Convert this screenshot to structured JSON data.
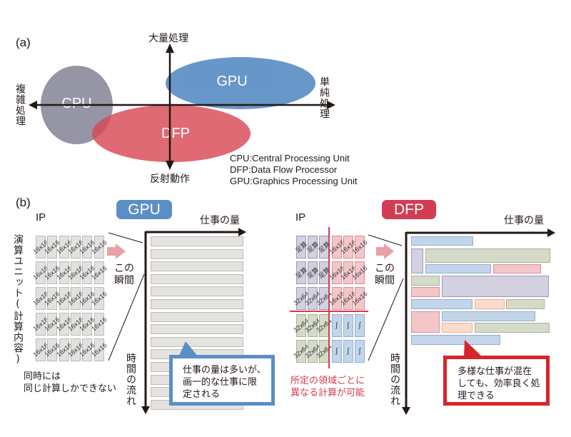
{
  "panel_a": {
    "label": "(a)",
    "axis_top": "大量処理",
    "axis_bottom": "反射動作",
    "axis_left": "複雑処理",
    "axis_right": "単純処理",
    "ellipses": {
      "cpu": {
        "label": "CPU",
        "color": "#8a8a9c"
      },
      "gpu": {
        "label": "GPU",
        "color": "#5b8ec4"
      },
      "dfp": {
        "label": "DFP",
        "color": "#d94a55"
      }
    },
    "legend": [
      "CPU:Central Processing Unit",
      "DFP:Data Flow Processor",
      "GPU:Graphics Processing Unit"
    ]
  },
  "panel_b": {
    "label": "(b)",
    "gpu": {
      "badge": "GPU",
      "badge_color": "#5b8ec4",
      "ip_label": "IP",
      "unit_label": "演算ユニット(計算内容)",
      "cell_label": "16x16",
      "rows": 5,
      "cols": 6,
      "moment_label": "この瞬間",
      "x_axis": "仕事の量",
      "y_axis": "時間の流れ",
      "bar_count": 14,
      "note": "同時には\n同じ計算しかできない",
      "callout": "仕事の量は多いが、\n画一的な仕事に限\n定される",
      "callout_color": "#5b8ec4"
    },
    "dfp": {
      "badge": "DFP",
      "badge_color": "#d23d52",
      "ip_label": "IP",
      "grid": [
        [
          {
            "t": "足算",
            "c": "purple"
          },
          {
            "t": "足算",
            "c": "purple"
          },
          {
            "t": "足算",
            "c": "purple"
          },
          {
            "t": "16x16",
            "c": "red"
          },
          {
            "t": "16x16",
            "c": "red"
          },
          {
            "t": "16x16",
            "c": "red"
          }
        ],
        [
          {
            "t": "足算",
            "c": "purple"
          },
          {
            "t": "足算",
            "c": "purple"
          },
          {
            "t": "足算",
            "c": "purple"
          },
          {
            "t": "16x16",
            "c": "red"
          },
          {
            "t": "16x16",
            "c": "red"
          },
          {
            "t": "16x16",
            "c": "red"
          }
        ],
        [
          {
            "t": "32x64",
            "c": "purple"
          },
          {
            "t": "32x64",
            "c": "purple"
          },
          {
            "t": "32x64",
            "c": "purple"
          },
          {
            "t": "16x16",
            "c": "red"
          },
          {
            "t": "16x16",
            "c": "red"
          },
          {
            "t": "16x16",
            "c": "red"
          }
        ],
        [
          {
            "t": "32x64",
            "c": "green"
          },
          {
            "t": "32x64",
            "c": "green"
          },
          {
            "t": "32x64",
            "c": "green"
          },
          {
            "t": "∫",
            "c": "blue"
          },
          {
            "t": "∫",
            "c": "blue"
          },
          {
            "t": "∫",
            "c": "blue"
          }
        ],
        [
          {
            "t": "32x64",
            "c": "green"
          },
          {
            "t": "32x64",
            "c": "green"
          },
          {
            "t": "32x64",
            "c": "green"
          },
          {
            "t": "∫",
            "c": "blue"
          },
          {
            "t": "∫",
            "c": "blue"
          },
          {
            "t": "∫",
            "c": "blue"
          }
        ]
      ],
      "moment_label": "この瞬間",
      "x_axis": "仕事の量",
      "y_axis": "時間の流れ",
      "note": "所定の領域ごとに\n異なる計算が可能",
      "note_color": "#d23d52",
      "blocks": [
        {
          "c": "blue"
        },
        {
          "c": "purple"
        },
        {
          "c": "green"
        },
        {
          "c": "blue"
        },
        {
          "c": "red"
        },
        {
          "c": "green"
        },
        {
          "c": "red"
        },
        {
          "c": "purple"
        },
        {
          "c": "blue"
        },
        {
          "c": "orange"
        },
        {
          "c": "green"
        },
        {
          "c": "red"
        },
        {
          "c": "blue"
        },
        {
          "c": "orange"
        },
        {
          "c": "green"
        },
        {
          "c": "blue"
        }
      ],
      "callout": "多様な仕事が混在\nしても、効率良く処\n理できる",
      "callout_color": "#d7242a"
    },
    "palette": {
      "gray": {
        "fill": "#e3e1df",
        "stroke": "#bdbab6"
      },
      "purple": {
        "fill": "#d3d0e0",
        "stroke": "#9d98ba"
      },
      "red": {
        "fill": "#f3c7c9",
        "stroke": "#e08a91"
      },
      "green": {
        "fill": "#d5dbc9",
        "stroke": "#a9b296"
      },
      "blue": {
        "fill": "#c3d5ea",
        "stroke": "#8fb0d2"
      },
      "orange": {
        "fill": "#fbdccc",
        "stroke": "#f0ad8d"
      }
    }
  }
}
